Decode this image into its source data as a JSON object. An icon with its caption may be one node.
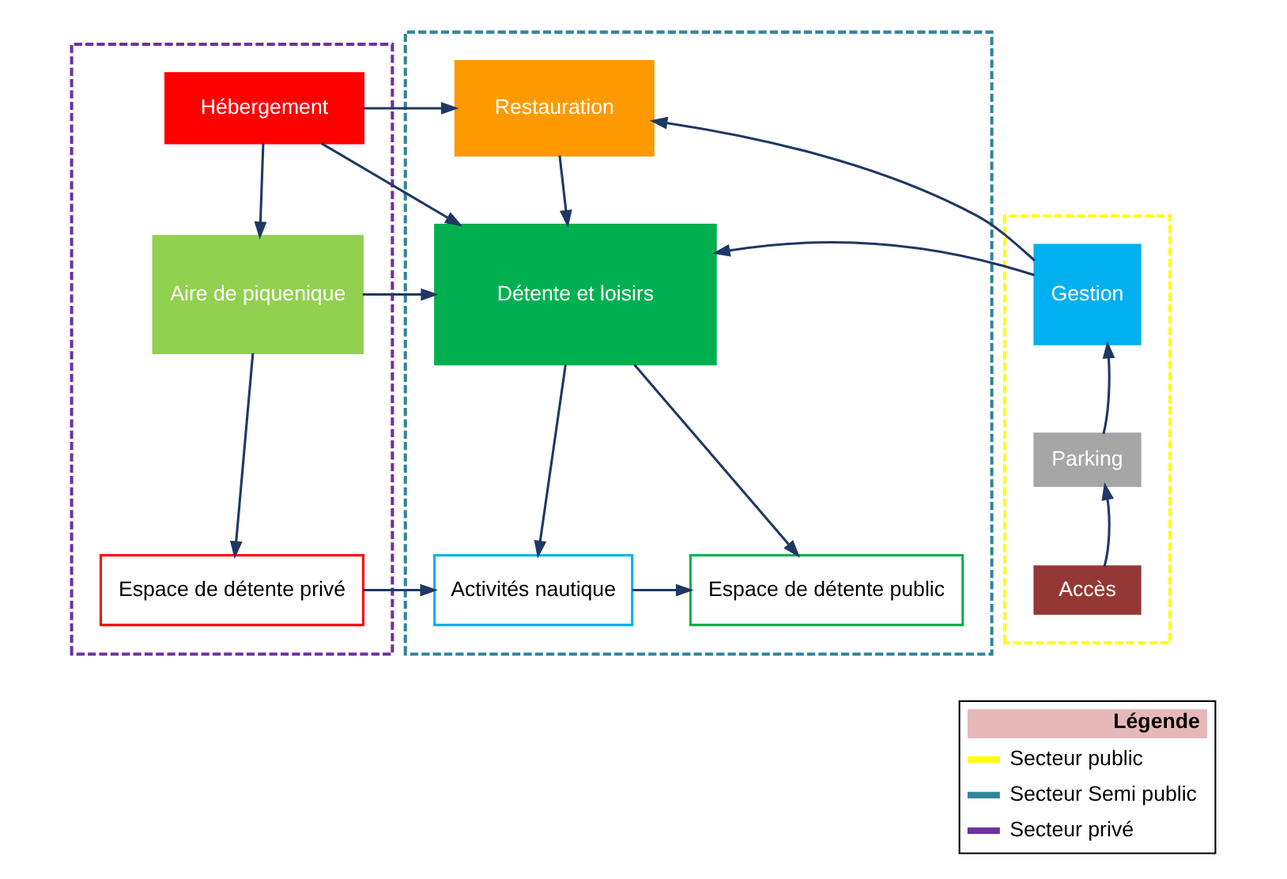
{
  "diagram": {
    "nodes": [
      {
        "text": [],
        "shape": "box"
      },
      {
        "text": [
          "Hébergement"
        ],
        "in": 0
      },
      {
        "text": [
          "Aire de piquenique"
        ],
        "in": 0
      },
      {
        "text": [
          "Espace de détente privé"
        ],
        "in": 0
      },
      {
        "text": [],
        "shape": "box"
      },
      {
        "text": [
          "Restauration"
        ],
        "in": 4
      },
      {
        "text": [
          "Détente et loisirs"
        ],
        "in": 4
      },
      {
        "text": [
          "Activités nautique"
        ],
        "in": 4
      },
      {
        "text": [
          "Espace de détente public"
        ],
        "in": 4
      },
      {
        "text": [],
        "shape": "box"
      },
      {
        "text": [
          "Gestion"
        ],
        "in": 9
      },
      {
        "text": [
          "Parking"
        ],
        "in": 9
      },
      {
        "text": [
          "Accès"
        ],
        "in": 9
      }
    ],
    "edges": [
      {
        "from": 1,
        "to": 5,
        "arrow": "to"
      },
      {
        "from": 1,
        "to": 6,
        "arrow": "to"
      },
      {
        "from": 1,
        "to": 2,
        "arrow": "to"
      },
      {
        "from": 2,
        "to": 6,
        "arrow": "to"
      },
      {
        "from": 2,
        "to": 3,
        "arrow": "to"
      },
      {
        "from": 5,
        "to": 6,
        "arrow": "to"
      },
      {
        "from": 10,
        "to": 5,
        "arrow": "to"
      },
      {
        "from": 10,
        "to": 6,
        "arrow": "to"
      },
      {
        "from": 11,
        "to": 10,
        "arrow": "to"
      },
      {
        "from": 12,
        "to": 11,
        "arrow": "to"
      },
      {
        "from": 6,
        "to": 7,
        "arrow": "to"
      },
      {
        "from": 6,
        "to": 8,
        "arrow": "to"
      },
      {
        "from": 3,
        "to": 7,
        "arrow": "to"
      },
      {
        "from": 7,
        "to": 8,
        "arrow": "to"
      }
    ],
    "labels": [
      "Légende"
    ],
    "legend": [
      {
        "text": "Secteur public",
        "color": "#ffff00"
      },
      {
        "text": "Secteur Semi public",
        "color": "#31849b"
      },
      {
        "text": "Secteur privé",
        "color": "#7030a0"
      }
    ]
  }
}
